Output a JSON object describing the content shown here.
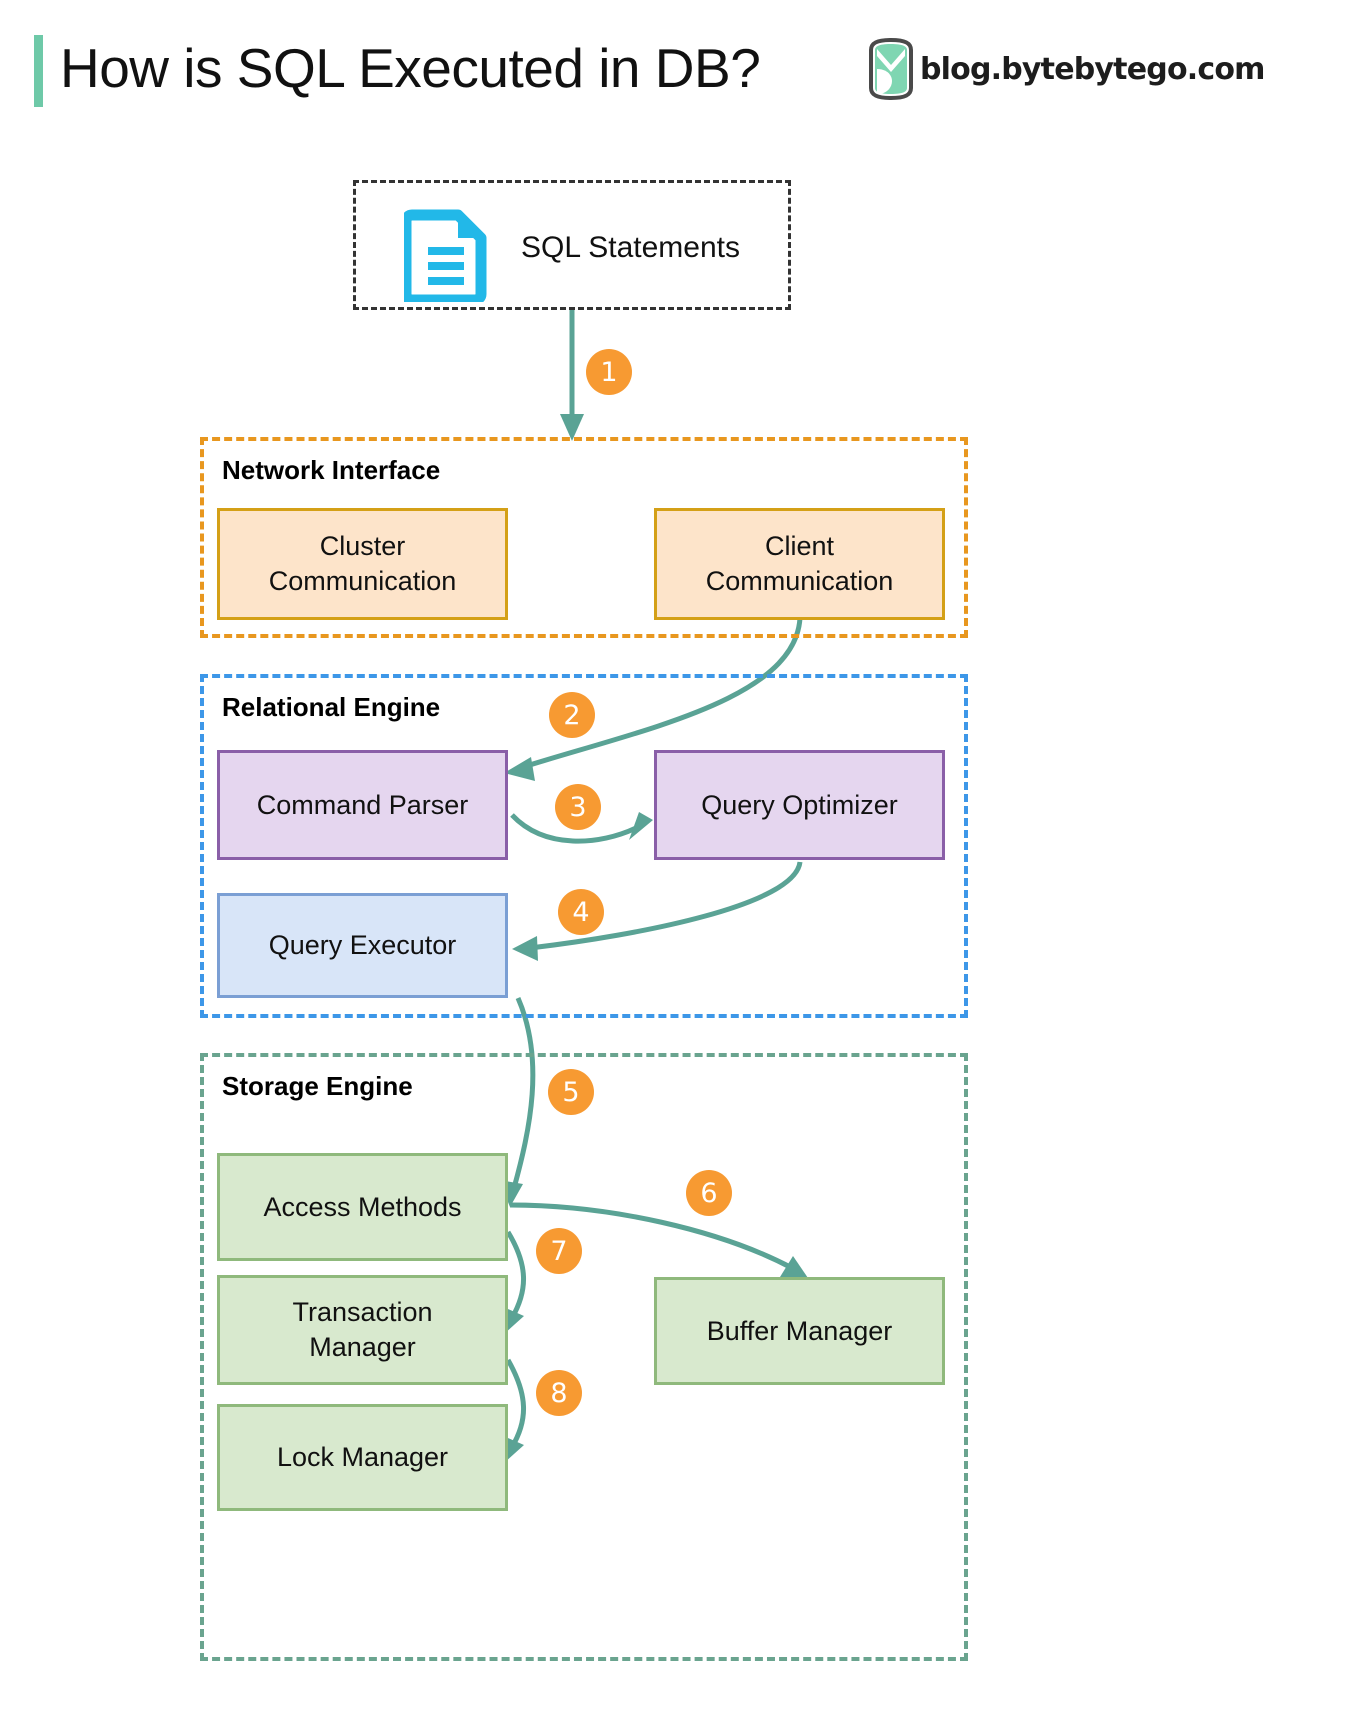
{
  "header": {
    "title": "How is SQL Executed in DB?",
    "brand": "blog.bytebytego.com",
    "accent_bar_color": "#6ec9a8",
    "logo_icon": "bytebytego-logo-icon"
  },
  "source": {
    "label": "SQL Statements",
    "icon": "document-icon",
    "icon_color": "#22b8e8"
  },
  "groups": [
    {
      "id": "network-interface",
      "label": "Network Interface",
      "border_color": "#e8971f",
      "nodes": [
        {
          "id": "cluster-communication",
          "label": "Cluster\nCommunication",
          "fill": "#fde4ca",
          "border": "#d4a017"
        },
        {
          "id": "client-communication",
          "label": "Client\nCommunication",
          "fill": "#fde4ca",
          "border": "#d4a017"
        }
      ]
    },
    {
      "id": "relational-engine",
      "label": "Relational Engine",
      "border_color": "#3d97e8",
      "nodes": [
        {
          "id": "command-parser",
          "label": "Command Parser",
          "fill": "#e5d6ef",
          "border": "#8a5fa8"
        },
        {
          "id": "query-optimizer",
          "label": "Query Optimizer",
          "fill": "#e5d6ef",
          "border": "#8a5fa8"
        },
        {
          "id": "query-executor",
          "label": "Query Executor",
          "fill": "#d8e5f8",
          "border": "#7b9fd4"
        }
      ]
    },
    {
      "id": "storage-engine",
      "label": "Storage Engine",
      "border_color": "#6aa48f",
      "nodes": [
        {
          "id": "access-methods",
          "label": "Access Methods",
          "fill": "#d8e9ce",
          "border": "#8fb97c"
        },
        {
          "id": "transaction-manager",
          "label": "Transaction\nManager",
          "fill": "#d8e9ce",
          "border": "#8fb97c"
        },
        {
          "id": "lock-manager",
          "label": "Lock Manager",
          "fill": "#d8e9ce",
          "border": "#8fb97c"
        },
        {
          "id": "buffer-manager",
          "label": "Buffer Manager",
          "fill": "#d8e9ce",
          "border": "#8fb97c"
        }
      ]
    }
  ],
  "steps": [
    {
      "n": "1",
      "from": "sql-statements",
      "to": "network-interface"
    },
    {
      "n": "2",
      "from": "client-communication",
      "to": "command-parser"
    },
    {
      "n": "3",
      "from": "command-parser",
      "to": "query-optimizer"
    },
    {
      "n": "4",
      "from": "query-optimizer",
      "to": "query-executor"
    },
    {
      "n": "5",
      "from": "query-executor",
      "to": "access-methods"
    },
    {
      "n": "6",
      "from": "access-methods",
      "to": "buffer-manager"
    },
    {
      "n": "7",
      "from": "access-methods",
      "to": "transaction-manager"
    },
    {
      "n": "8",
      "from": "transaction-manager",
      "to": "lock-manager"
    }
  ],
  "colors": {
    "badge": "#f79a32",
    "arrow": "#5aa395",
    "accent_green": "#6ec9a8"
  }
}
